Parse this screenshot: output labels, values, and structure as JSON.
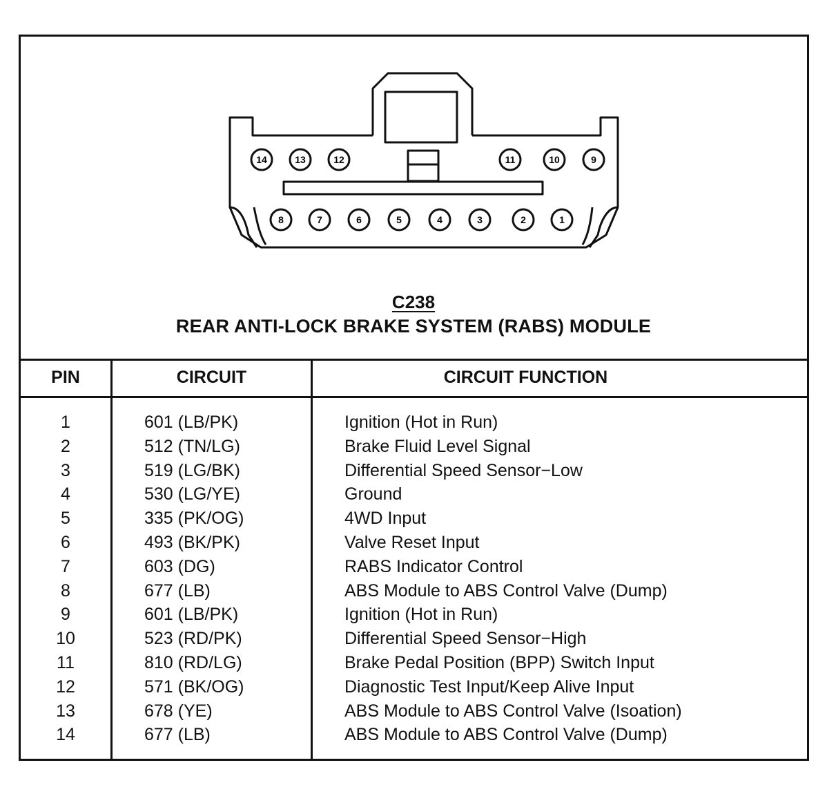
{
  "connector": {
    "id": "C238",
    "name": "REAR ANTI-LOCK BRAKE SYSTEM (RABS) MODULE",
    "top_row_pins": [
      "14",
      "13",
      "12",
      "11",
      "10",
      "9"
    ],
    "bottom_row_pins": [
      "8",
      "7",
      "6",
      "5",
      "4",
      "3",
      "2",
      "1"
    ]
  },
  "table": {
    "headers": {
      "pin": "PIN",
      "circuit": "CIRCUIT",
      "function": "CIRCUIT FUNCTION"
    },
    "rows": [
      {
        "pin": "1",
        "circuit": "601 (LB/PK)",
        "function": "Ignition (Hot in Run)"
      },
      {
        "pin": "2",
        "circuit": "512 (TN/LG)",
        "function": "Brake Fluid Level Signal"
      },
      {
        "pin": "3",
        "circuit": "519 (LG/BK)",
        "function": "Differential Speed Sensor−Low"
      },
      {
        "pin": "4",
        "circuit": "530 (LG/YE)",
        "function": "Ground"
      },
      {
        "pin": "5",
        "circuit": "335 (PK/OG)",
        "function": "4WD Input"
      },
      {
        "pin": "6",
        "circuit": "493 (BK/PK)",
        "function": "Valve Reset Input"
      },
      {
        "pin": "7",
        "circuit": "603 (DG)",
        "function": "RABS Indicator Control"
      },
      {
        "pin": "8",
        "circuit": "677 (LB)",
        "function": "ABS Module to ABS Control Valve (Dump)"
      },
      {
        "pin": "9",
        "circuit": "601 (LB/PK)",
        "function": "Ignition (Hot in Run)"
      },
      {
        "pin": "10",
        "circuit": "523 (RD/PK)",
        "function": "Differential Speed Sensor−High"
      },
      {
        "pin": "11",
        "circuit": "810 (RD/LG)",
        "function": "Brake Pedal Position (BPP) Switch Input"
      },
      {
        "pin": "12",
        "circuit": "571 (BK/OG)",
        "function": "Diagnostic Test Input/Keep Alive Input"
      },
      {
        "pin": "13",
        "circuit": "678 (YE)",
        "function": "ABS Module to ABS Control Valve (Isoation)"
      },
      {
        "pin": "14",
        "circuit": "677 (LB)",
        "function": "ABS Module to ABS Control Valve (Dump)"
      }
    ]
  }
}
